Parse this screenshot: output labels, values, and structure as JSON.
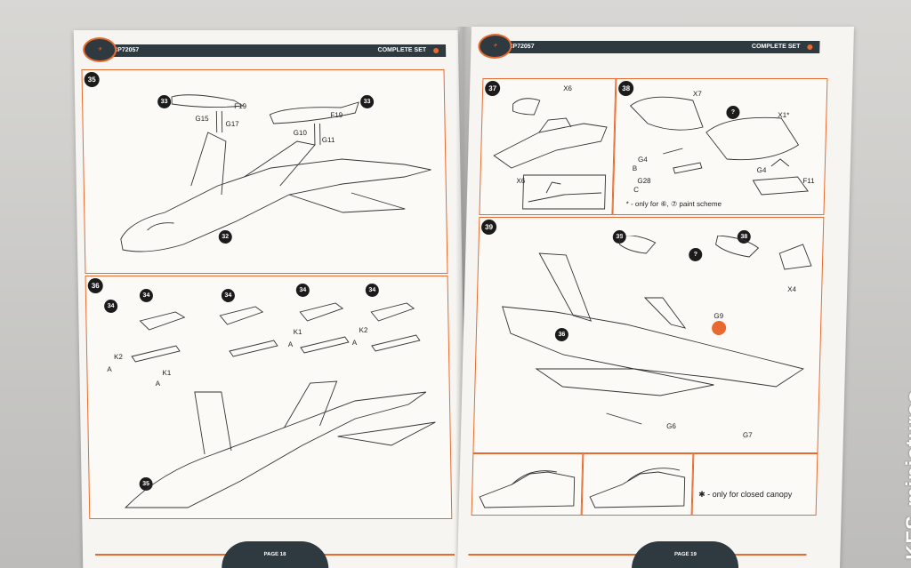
{
  "left_page": {
    "header_code": "CP72057",
    "header_set": "COMPLETE SET",
    "footer": "PAGE 18",
    "step35": {
      "step": "35",
      "refs": [
        "33",
        "33",
        "32"
      ],
      "parts": [
        "F19",
        "G15",
        "G17",
        "G10",
        "G11",
        "F19"
      ]
    },
    "step36": {
      "step": "36",
      "refs": [
        "34",
        "34",
        "34",
        "34",
        "34",
        "35"
      ],
      "parts": [
        "K2",
        "A",
        "K1",
        "A",
        "K1",
        "A",
        "K2",
        "A"
      ]
    }
  },
  "right_page": {
    "header_code": "CP72057",
    "header_set": "COMPLETE SET",
    "footer": "PAGE 19",
    "step37": {
      "step": "37",
      "parts": [
        "X6",
        "X6"
      ]
    },
    "step38": {
      "step": "38",
      "query": "?",
      "parts": [
        "X7",
        "X1*",
        "G4",
        "B",
        "G4",
        "G28",
        "C",
        "F11"
      ],
      "note": "* - only for ⑥, ⑦ paint scheme"
    },
    "step39": {
      "step": "39",
      "refs": [
        "38",
        "38",
        "36"
      ],
      "query": "?",
      "parts": [
        "X4",
        "G9",
        "G6",
        "G7"
      ],
      "note": "✱ - only for closed canopy"
    }
  },
  "watermark": "KFS-miniatures",
  "colors": {
    "accent": "#e86a2e",
    "header": "#2f3a40",
    "paper": "#f6f5f1"
  }
}
